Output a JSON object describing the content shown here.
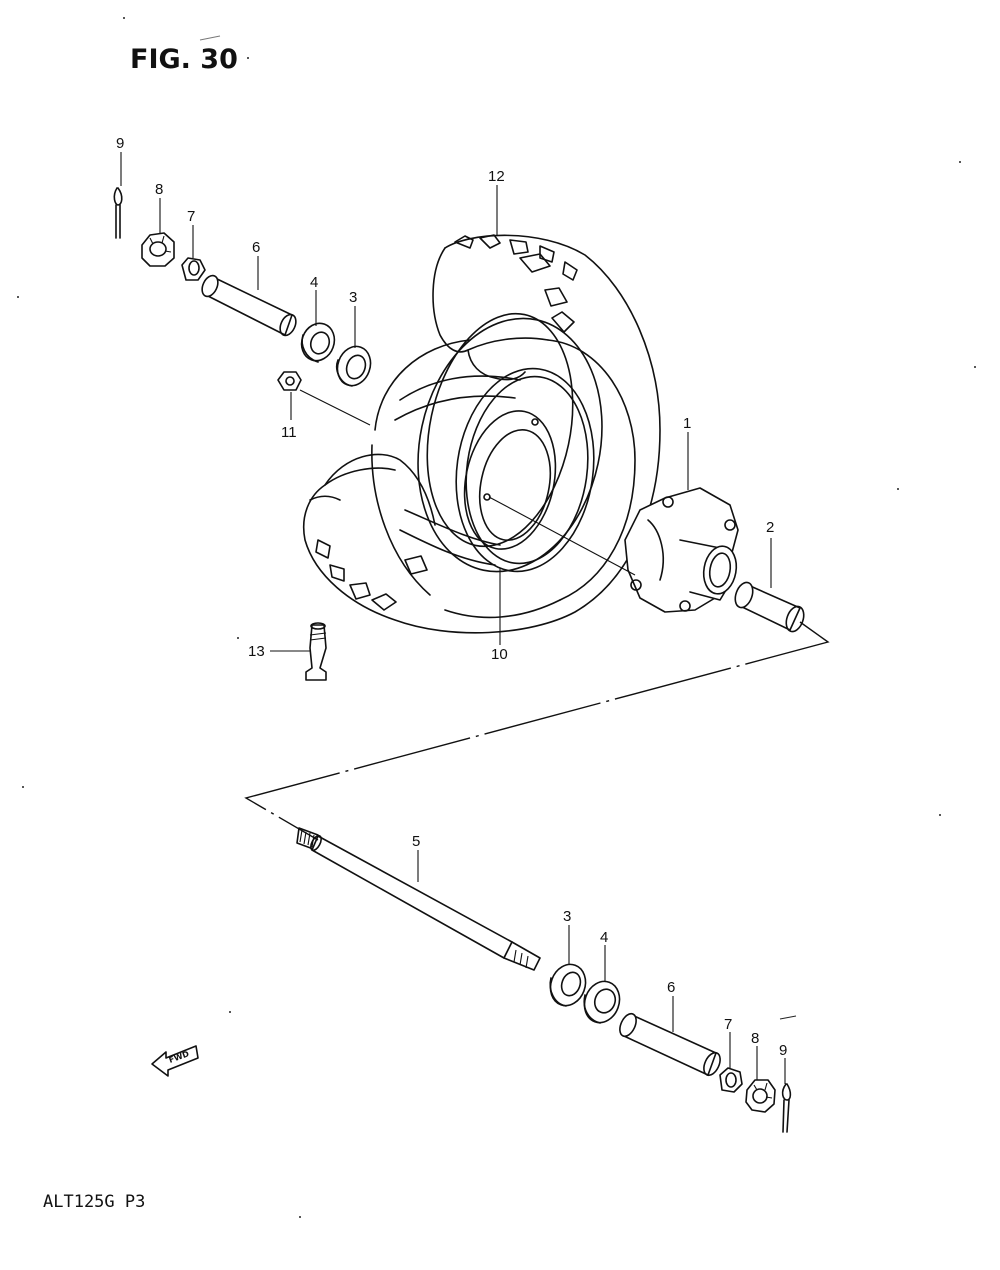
{
  "figure": {
    "title": "FIG. 30",
    "model_code": "ALT125G P3",
    "fwd_label": "FWD"
  },
  "callouts": {
    "c1": "1",
    "c2": "2",
    "c3_top": "3",
    "c3_bottom": "3",
    "c4_top": "4",
    "c4_bottom": "4",
    "c5": "5",
    "c6_top": "6",
    "c6_bottom": "6",
    "c7_top": "7",
    "c7_bottom": "7",
    "c8_top": "8",
    "c8_bottom": "8",
    "c9_top": "9",
    "c9_bottom": "9",
    "c10": "10",
    "c11": "11",
    "c12": "12",
    "c13": "13"
  }
}
